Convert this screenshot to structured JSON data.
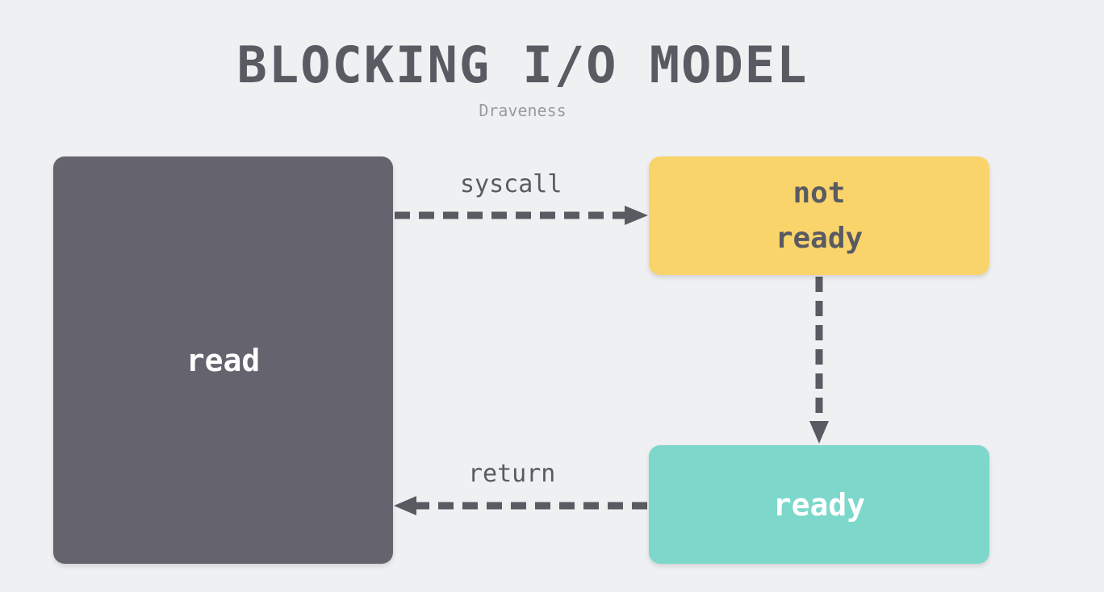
{
  "diagram": {
    "title": "BLOCKING I/O MODEL",
    "subtitle": "Draveness",
    "nodes": {
      "read": "read",
      "not_ready": "not\nready",
      "ready": "ready"
    },
    "edges": {
      "syscall": "syscall",
      "return": "return"
    },
    "colors": {
      "background": "#eff0f2",
      "read_box": "#65646e",
      "not_ready_box": "#f9d46a",
      "ready_box": "#7dd8cb",
      "arrow": "#5a5a63"
    }
  }
}
